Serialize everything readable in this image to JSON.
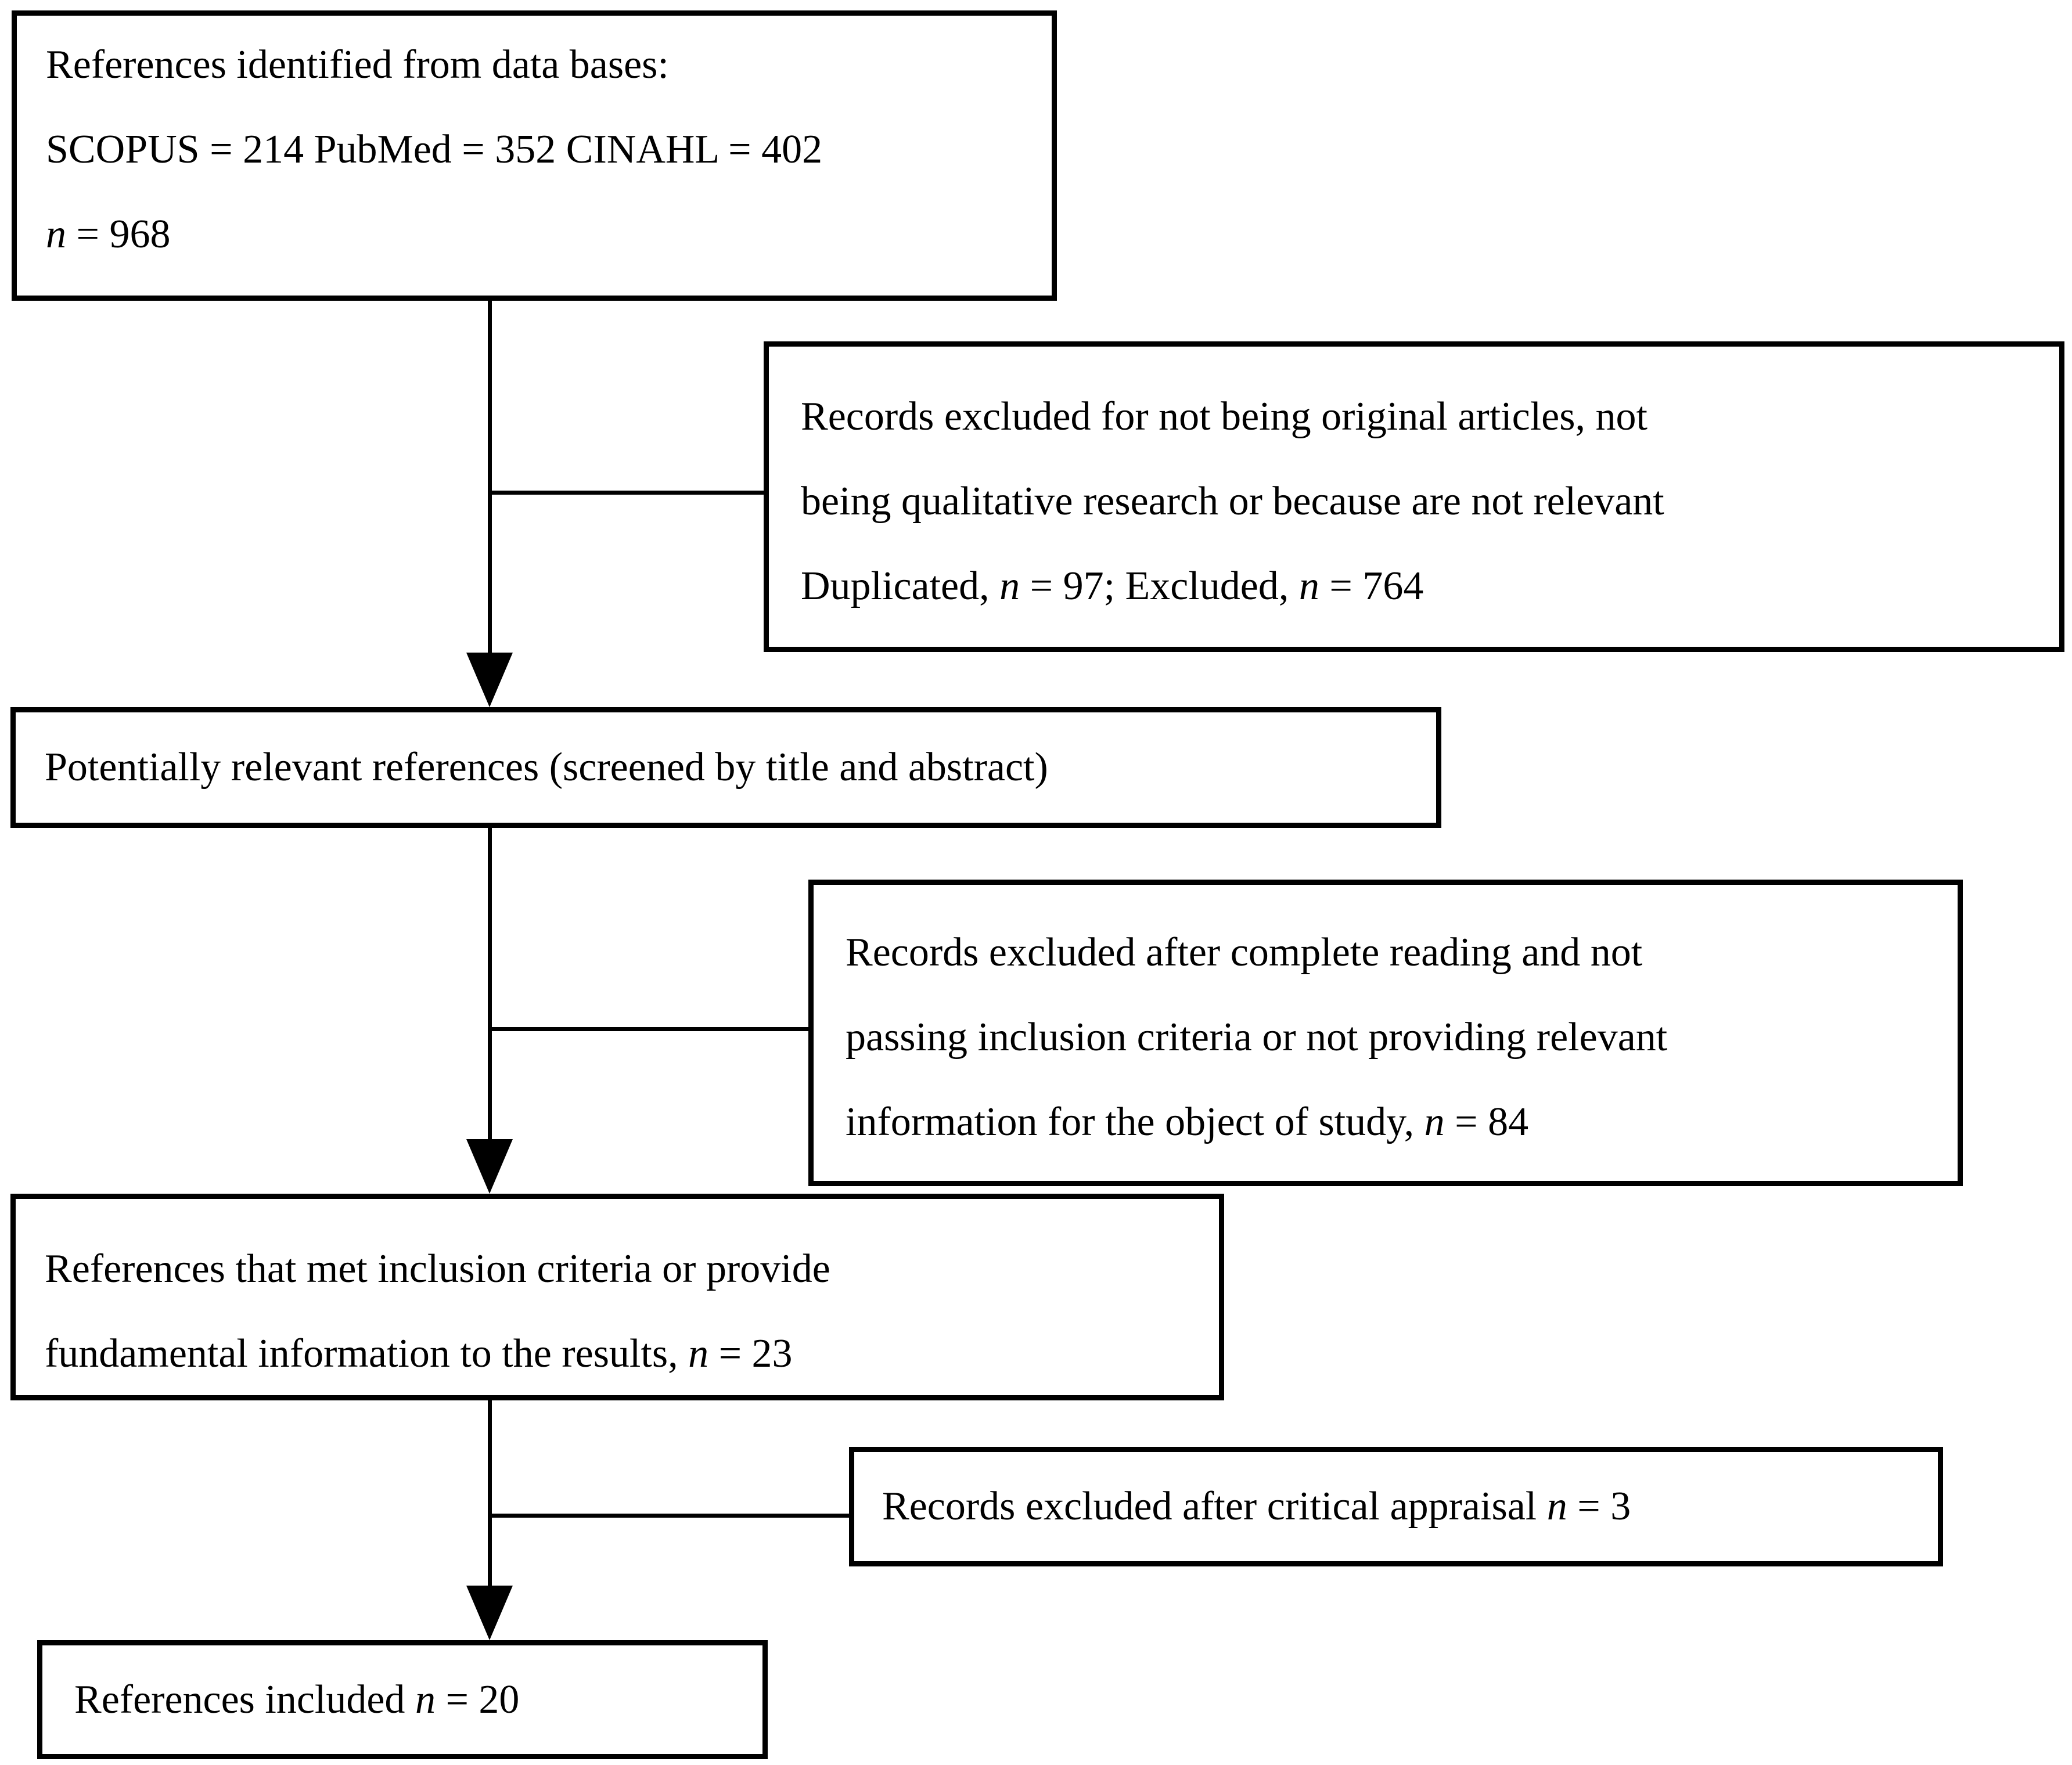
{
  "diagram": {
    "box_identified": {
      "line1": "References identified from data bases:",
      "line2": "SCOPUS = 214 PubMed = 352 CINAHL = 402",
      "line3_var": "n",
      "line3_rest": " = 968"
    },
    "box_excluded_screening": {
      "line1": "Records excluded for not being original articles, not",
      "line2": "being qualitative research or because are not relevant",
      "line3_pre": "Duplicated, ",
      "line3_var1": "n",
      "line3_mid": " = 97; Excluded, ",
      "line3_var2": "n",
      "line3_end": " = 764"
    },
    "box_potentially_relevant": {
      "line1": "Potentially relevant references (screened by title and abstract)"
    },
    "box_excluded_reading": {
      "line1": "Records excluded after complete reading and not",
      "line2": "passing inclusion criteria or not providing relevant",
      "line3_pre": "information for the object of study, ",
      "line3_var": "n",
      "line3_end": " = 84"
    },
    "box_met_inclusion": {
      "line1": "References that met inclusion criteria or provide",
      "line2_pre": "fundamental information to the results, ",
      "line2_var": "n",
      "line2_end": " = 23"
    },
    "box_excluded_appraisal": {
      "line1_pre": "Records excluded after critical appraisal ",
      "line1_var": "n",
      "line1_end": " = 3"
    },
    "box_included": {
      "line1_pre": "References included ",
      "line1_var": "n",
      "line1_end": " = 20"
    }
  },
  "counts": {
    "scopus": 214,
    "pubmed": 352,
    "cinahl": 402,
    "identified_total": 968,
    "duplicated": 97,
    "excluded_screening": 764,
    "excluded_full_reading": 84,
    "met_inclusion": 23,
    "excluded_critical_appraisal": 3,
    "included": 20
  },
  "colors": {
    "background": "#ffffff",
    "border": "#000000",
    "text": "#000000"
  }
}
